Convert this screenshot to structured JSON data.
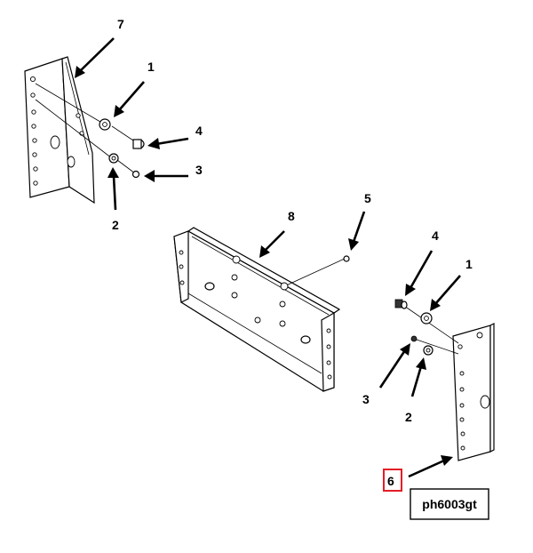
{
  "callouts": {
    "c7": "7",
    "c1a": "1",
    "c4a": "4",
    "c3a": "3",
    "c2a": "2",
    "c8": "8",
    "c5": "5",
    "c4b": "4",
    "c1b": "1",
    "c3b": "3",
    "c2b": "2",
    "c6": "6"
  },
  "drawing_id": "ph6003gt",
  "colors": {
    "line": "#000000",
    "highlight": "#e41e26",
    "background": "#ffffff"
  }
}
